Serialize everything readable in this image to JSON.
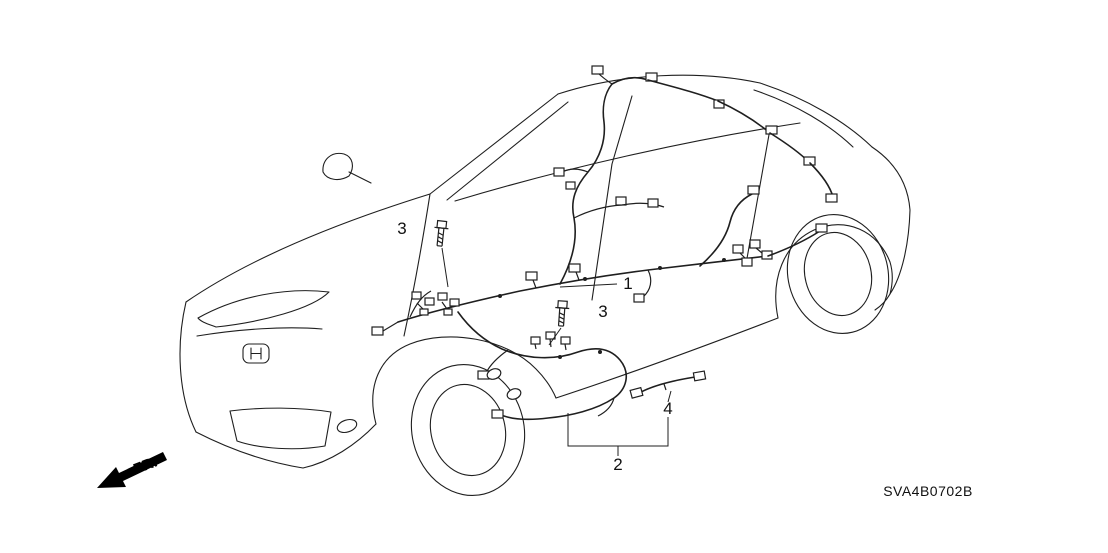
{
  "callouts": {
    "c1": "1",
    "c2": "2",
    "c3a": "3",
    "c3b": "3",
    "c4": "4"
  },
  "fr_label": "FR.",
  "part_code": "SVA4B0702B",
  "colors": {
    "line": "#1f1f1f",
    "bg": "#ffffff"
  }
}
